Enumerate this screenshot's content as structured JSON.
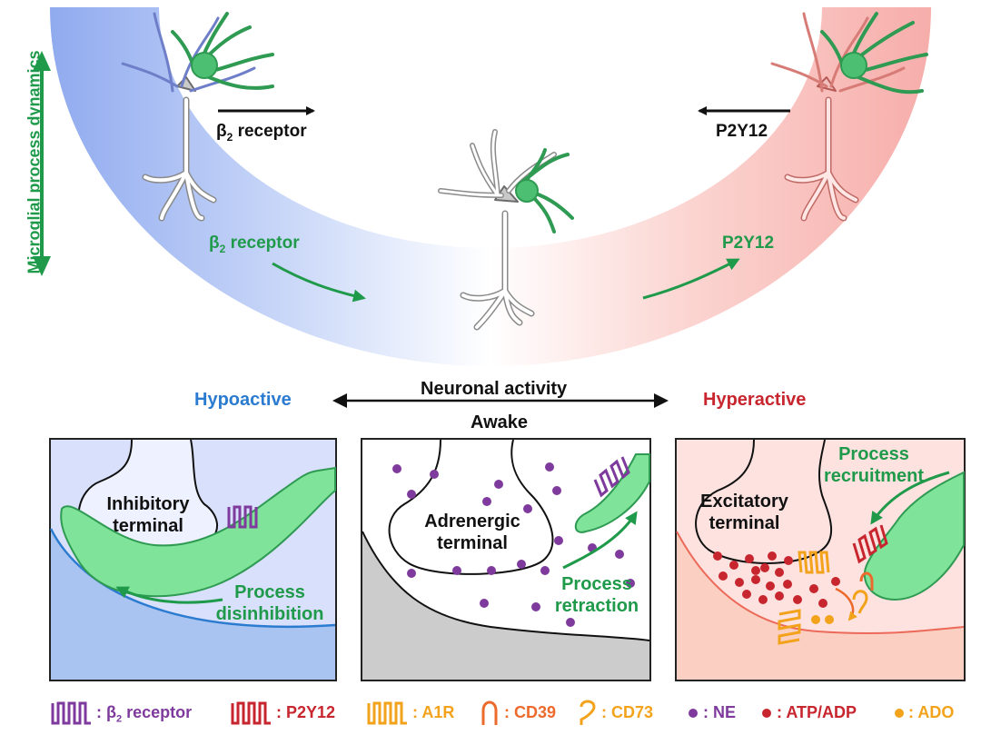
{
  "top": {
    "y_axis_label": "Microglial process dynamics",
    "left_beta_label_main": "β",
    "left_beta_sub": "2",
    "left_beta_rest": " receptor",
    "right_p2y12_top": "P2Y12",
    "lower_beta_main": "β",
    "lower_beta_sub": "2",
    "lower_beta_rest": " receptor",
    "lower_p2y12": "P2Y12"
  },
  "axis": {
    "hypo": "Hypoactive",
    "activity": "Neuronal activity",
    "awake": "Awake",
    "hyper": "Hyperactive"
  },
  "panels": {
    "left": {
      "terminal": [
        "Inhibitory",
        "terminal"
      ],
      "process": [
        "Process",
        "disinhibition"
      ]
    },
    "middle": {
      "terminal": [
        "Adrenergic",
        "terminal"
      ],
      "process": [
        "Process",
        "retraction"
      ]
    },
    "right": {
      "terminal": [
        "Excitatory",
        "terminal"
      ],
      "process": [
        "Process",
        "recruitment"
      ]
    }
  },
  "legend": {
    "beta_main": ": β",
    "beta_sub": "2",
    "beta_rest": " receptor",
    "p2y12": ": P2Y12",
    "a1r": ": A1R",
    "cd39": ": CD39",
    "cd73": ": CD73",
    "ne": ": NE",
    "atp": ": ATP/ADP",
    "ado": ": ADO"
  },
  "colors": {
    "green": "#1f9a4a",
    "blue": "#2b7bd0",
    "red": "#c8262f",
    "purple": "#7e3a9c",
    "orange": "#f2a31b",
    "cd39": "#ec6a2c"
  },
  "icons": [
    "neuron-with-microglia",
    "gpcr-receptor",
    "double-arrow"
  ]
}
